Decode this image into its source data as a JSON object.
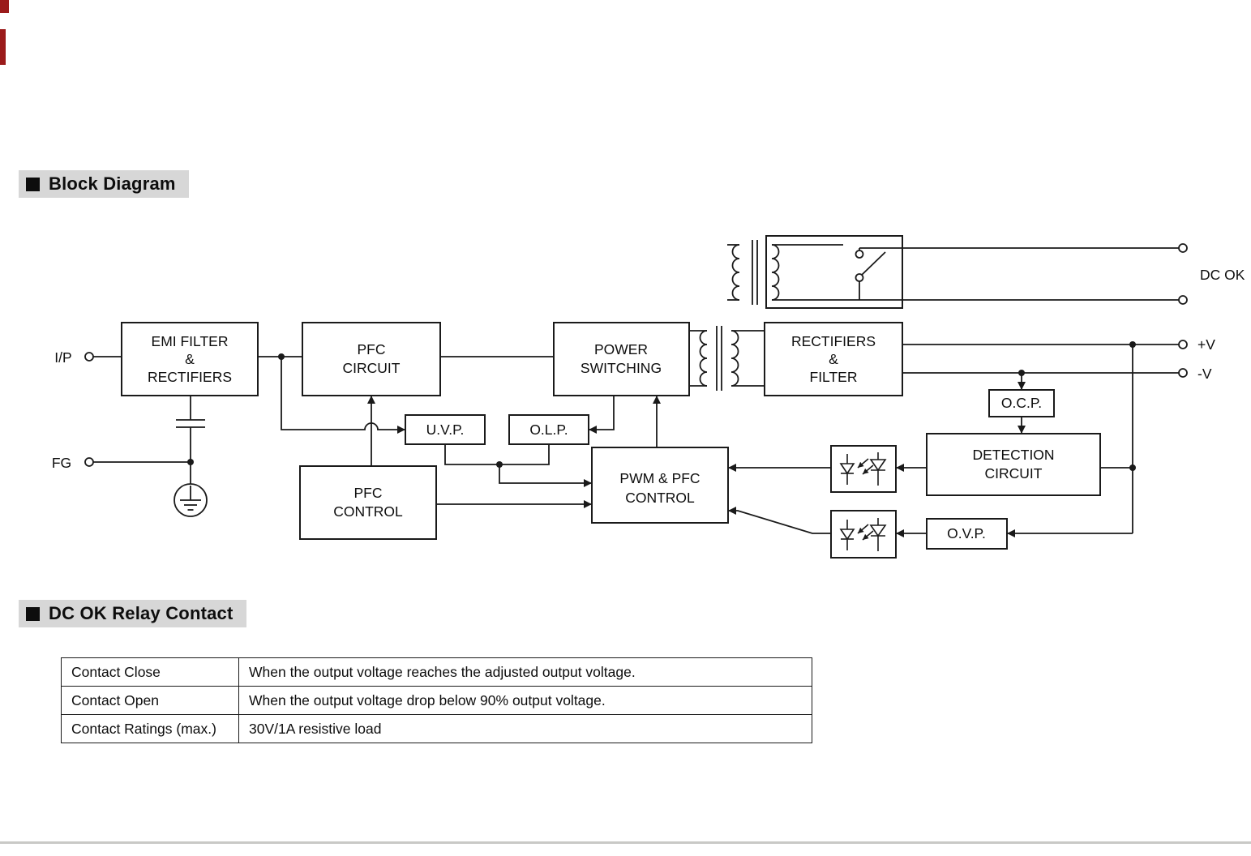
{
  "page": {
    "section1_title": "Block Diagram",
    "section2_title": "DC OK Relay Contact"
  },
  "colors": {
    "ink": "#1a1a1a",
    "header_chip": "#d7d7d7",
    "page_artifact_red": "#9b1b1b"
  },
  "diagram": {
    "terminals": {
      "input": "I/P",
      "fg": "FG",
      "dc_ok": "DC OK",
      "v_plus": "+V",
      "v_minus": "-V"
    },
    "boxes": {
      "emi": {
        "lines": [
          "EMI FILTER",
          "&",
          "RECTIFIERS"
        ]
      },
      "pfc_circuit": {
        "lines": [
          "PFC",
          "CIRCUIT"
        ]
      },
      "power_switching": {
        "lines": [
          "POWER",
          "SWITCHING"
        ]
      },
      "rect_filter": {
        "lines": [
          "RECTIFIERS",
          "&",
          "FILTER"
        ]
      },
      "uvp": {
        "label": "U.V.P."
      },
      "olp": {
        "label": "O.L.P."
      },
      "pfc_control": {
        "lines": [
          "PFC",
          "CONTROL"
        ]
      },
      "pwm": {
        "lines": [
          "PWM & PFC",
          "CONTROL"
        ]
      },
      "ocp": {
        "label": "O.C.P."
      },
      "detection": {
        "lines": [
          "DETECTION",
          "CIRCUIT"
        ]
      },
      "ovp": {
        "label": "O.V.P."
      }
    }
  },
  "relay_table": {
    "rows": [
      {
        "label": "Contact Close",
        "value": "When the output voltage reaches the adjusted output voltage."
      },
      {
        "label": "Contact Open",
        "value": "When the output voltage drop below 90% output voltage."
      },
      {
        "label": "Contact Ratings (max.)",
        "value": "30V/1A resistive load"
      }
    ]
  }
}
